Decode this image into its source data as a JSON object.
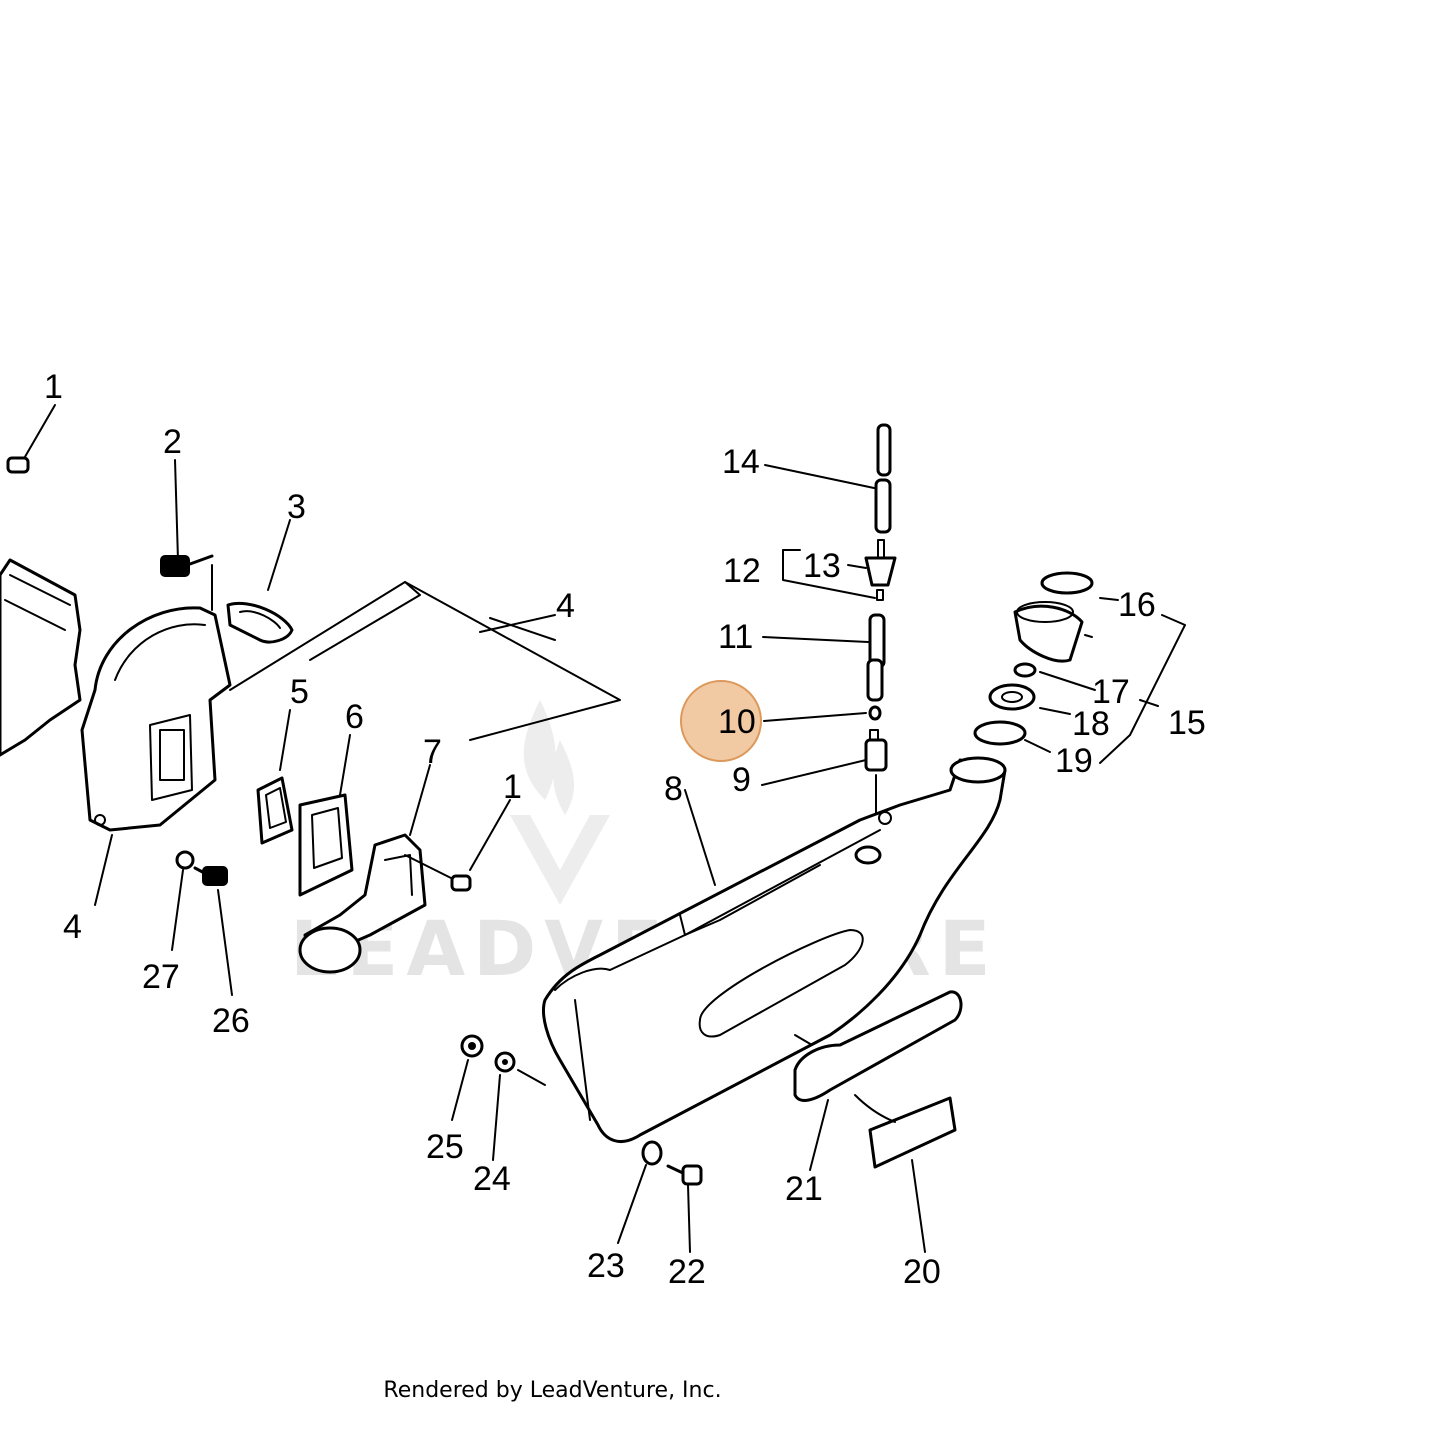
{
  "diagram": {
    "callouts": [
      "1",
      "2",
      "3",
      "4",
      "5",
      "6",
      "7",
      "1",
      "4",
      "27",
      "26",
      "14",
      "12",
      "13",
      "11",
      "10",
      "9",
      "8",
      "16",
      "17",
      "15",
      "18",
      "19",
      "25",
      "24",
      "23",
      "22",
      "21",
      "20"
    ],
    "highlighted": "10",
    "highlight_color": "#f0c49a",
    "watermark": "LEADVENTURE"
  },
  "footer": {
    "text": "Rendered by LeadVenture, Inc."
  }
}
